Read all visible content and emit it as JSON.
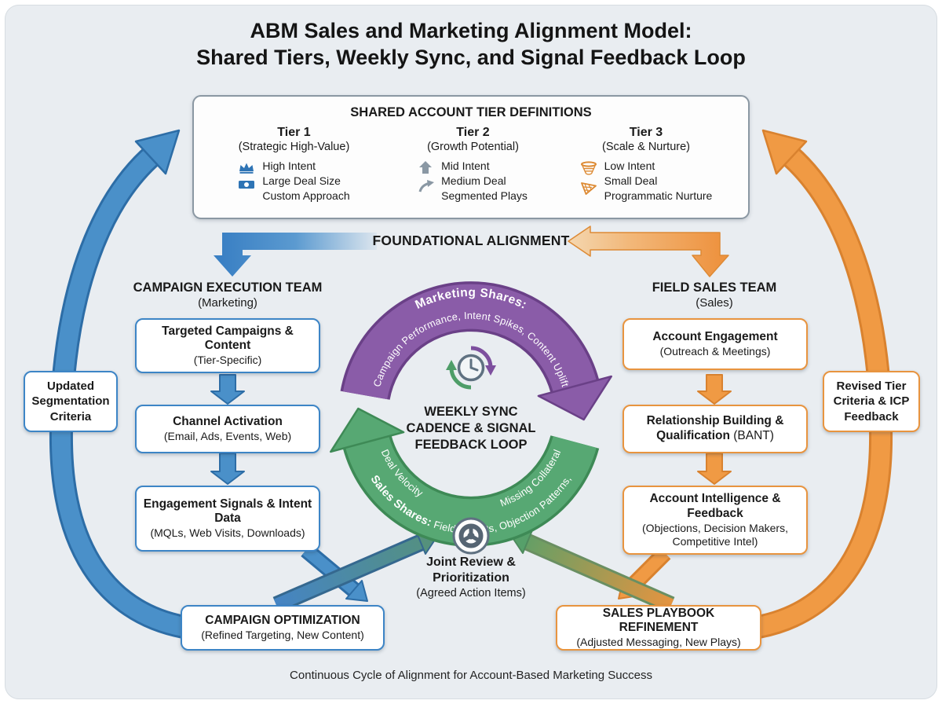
{
  "title": {
    "line1": "ABM Sales and Marketing Alignment Model:",
    "line2": "Shared Tiers, Weekly Sync, and Signal Feedback Loop"
  },
  "tier_box": {
    "heading": "SHARED ACCOUNT TIER DEFINITIONS",
    "tiers": [
      {
        "name": "Tier 1",
        "subtitle": "(Strategic High-Value)",
        "items": [
          "High Intent",
          "Large Deal Size",
          "Custom Approach"
        ],
        "icons": [
          "crown-icon",
          "banknote-icon"
        ]
      },
      {
        "name": "Tier 2",
        "subtitle": "(Growth Potential)",
        "items": [
          "Mid Intent",
          "Medium Deal",
          "Segmented Plays"
        ],
        "icons": [
          "arrow-up-icon",
          "curved-arrow-icon"
        ]
      },
      {
        "name": "Tier 3",
        "subtitle": "(Scale & Nurture)",
        "items": [
          "Low Intent",
          "Small Deal",
          "Programmatic Nurture"
        ],
        "icons": [
          "hoop-net-icon",
          "cone-net-icon"
        ]
      }
    ]
  },
  "foundational": {
    "label": "FOUNDATIONAL ALIGNMENT"
  },
  "marketing": {
    "team": "CAMPAIGN EXECUTION TEAM",
    "team_sub": "(Marketing)",
    "box1": {
      "title": "Targeted Campaigns & Content",
      "subtitle": "(Tier-Specific)"
    },
    "box2": {
      "title": "Channel Activation",
      "subtitle": "(Email, Ads, Events, Web)"
    },
    "box3": {
      "title": "Engagement Signals & Intent Data",
      "subtitle": "(MQLs, Web Visits, Downloads)"
    },
    "optimization": {
      "title": "CAMPAIGN OPTIMIZATION",
      "subtitle": "(Refined Targeting, New Content)"
    },
    "side_note": "Updated Segmentation Criteria"
  },
  "sales": {
    "team": "FIELD SALES TEAM",
    "team_sub": "(Sales)",
    "box1": {
      "title": "Account Engagement",
      "subtitle": "(Outreach & Meetings)"
    },
    "box2": {
      "title": "Relationship Building & Qualification",
      "title_tail": "(BANT)"
    },
    "box3": {
      "title": "Account Intelligence & Feedback",
      "subtitle": "(Objections, Decision Makers, Competitive Intel)"
    },
    "refinement": {
      "title": "SALES PLAYBOOK REFINEMENT",
      "subtitle": "(Adjusted Messaging, New Plays)"
    },
    "side_note": "Revised Tier Criteria & ICP Feedback"
  },
  "hub": {
    "center_line1": "WEEKLY SYNC",
    "center_line2": "CADENCE & SIGNAL",
    "center_line3": "FEEDBACK LOOP",
    "marketing_arc": {
      "label": "Marketing Shares:",
      "detail": "Campaign Performance, Intent Spikes, Content Uplift"
    },
    "sales_arc": {
      "label": "Sales Shares:",
      "detail": " Field Insights, Objection Patterns,",
      "detail2_left": "Deal Velocity",
      "detail2_right": "Missing Collateral"
    }
  },
  "joint_review": {
    "title_line1": "Joint Review &",
    "title_line2": "Prioritization",
    "subtitle": "(Agreed Action Items)"
  },
  "caption": "Continuous Cycle of Alignment for Account-Based Marketing Success",
  "colors": {
    "blue": "#3d85c6",
    "orange": "#ee9340",
    "purple": "#8a5ca8",
    "green": "#57a873",
    "gray_border": "#8b98a3"
  }
}
